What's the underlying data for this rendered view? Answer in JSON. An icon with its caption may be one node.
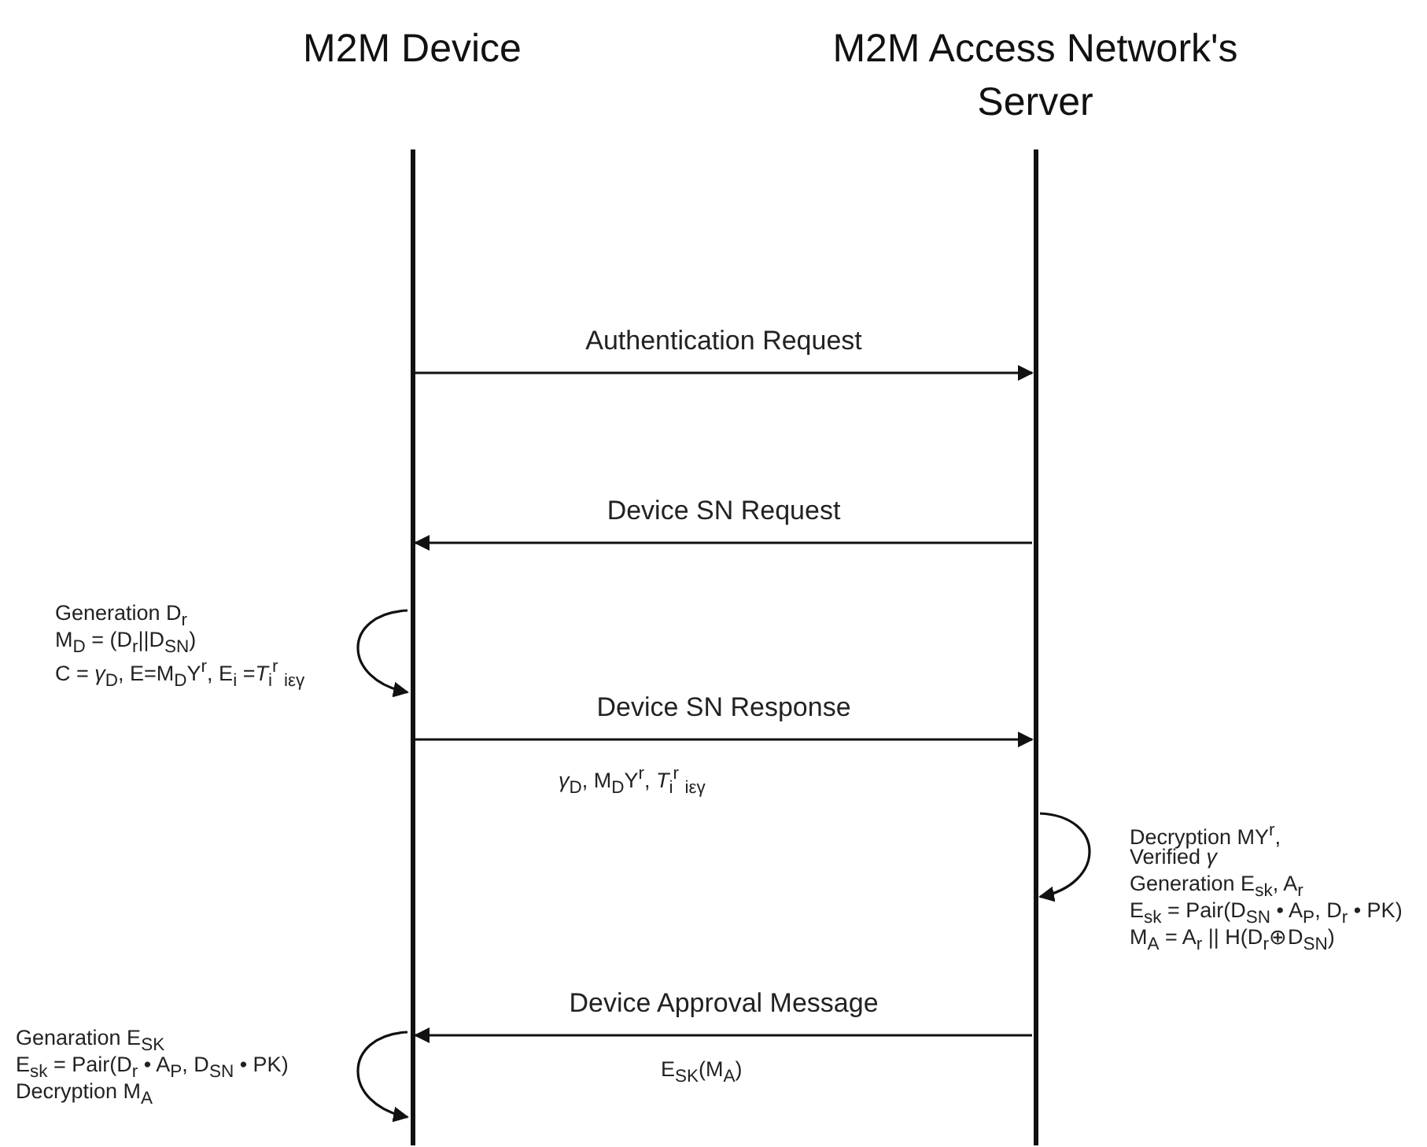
{
  "diagram": {
    "nodes": [
      {
        "text": [
          "M2M  Device"
        ]
      },
      {
        "text": [
          "M2M Access Network's Server"
        ]
      }
    ],
    "edges": [
      {
        "from": 0,
        "to": 1,
        "arrow": "to",
        "label": "Authentication Request"
      },
      {
        "from": 1,
        "to": 0,
        "arrow": "to",
        "label": "Device SN Request"
      },
      {
        "from": 0,
        "to": 0,
        "arrow": "to"
      },
      {
        "from": 0,
        "to": 1,
        "arrow": "to",
        "label": "Device SN Response"
      },
      {
        "from": 1,
        "to": 1,
        "arrow": "to"
      },
      {
        "from": 1,
        "to": 0,
        "arrow": "to",
        "label": "Device Approval Message"
      },
      {
        "from": 0,
        "to": 0,
        "arrow": "to"
      }
    ],
    "labels": [
      "Generation  D$_{r}$",
      "M$_{D}$ = (D$_{r}$||D$_{SN}$)",
      "C = *γ*$_{D}$, E=M$_{D}$Y$^{r}$, E$_{i}$ =*T*$_{i}$$^{r}$ $_{iεγ}$",
      "*γ*$_{D}$, M$_{D}$Y$^{r}$, *T*$_{i}$$^{r}$ $_{iεγ}$",
      "Decryption MY$^{r}$,",
      "Verified *γ*",
      "Generation E$_{sk}$, A$_{r}$",
      "E$_{sk}$ = Pair(D$_{SN}$ • A$_{P}$, D$_{r}$ • PK)",
      "M$_{A}$ = A$_{r}$ || H(D$_{r}$⊕D$_{SN}$)",
      "Genaration E$_{SK}$",
      "E$_{sk}$ = Pair(D$_{r}$ • A$_{P}$, D$_{SN}$ • PK)",
      "Decryption M$_{A}$",
      "E$_{SK}$(M$_{A}$)"
    ]
  }
}
